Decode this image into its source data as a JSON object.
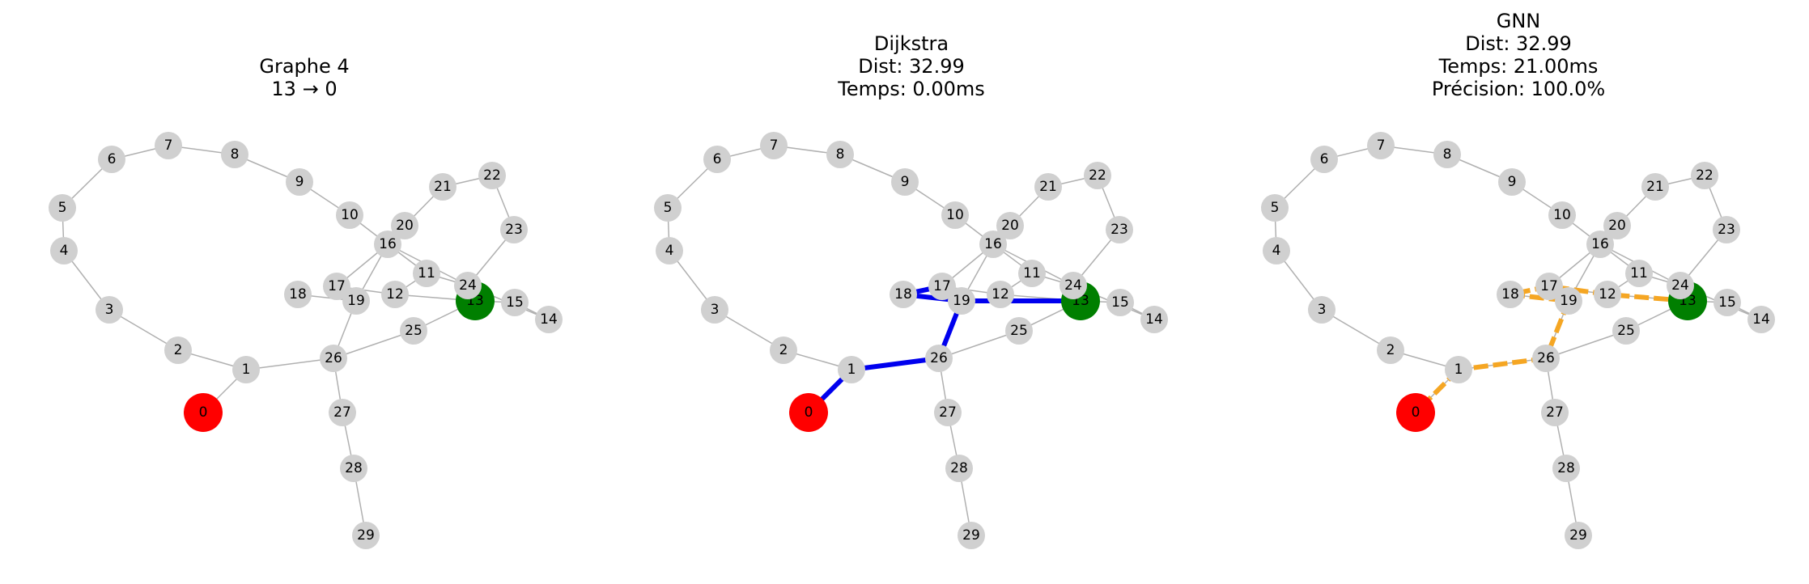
{
  "panels": [
    {
      "id": "graph",
      "title_lines": [
        "Graphe 4",
        "13 → 0"
      ],
      "path": [],
      "path_color": null,
      "path_style": null
    },
    {
      "id": "dijkstra",
      "title_lines": [
        "Dijkstra",
        "Dist: 32.99",
        "Temps: 0.00ms"
      ],
      "path": [
        13,
        19,
        18,
        17,
        19,
        26,
        1,
        0
      ],
      "path_color": "#0000ee",
      "path_style": "solid"
    },
    {
      "id": "gnn",
      "title_lines": [
        "GNN",
        "Dist: 32.99",
        "Temps: 21.00ms",
        "Précision: 100.0%"
      ],
      "path": [
        13,
        12,
        17,
        18,
        19,
        26,
        1,
        0
      ],
      "path_color": "#f5a623",
      "path_style": "dashed"
    }
  ],
  "graph": {
    "nodes": [
      "0",
      "1",
      "2",
      "3",
      "4",
      "5",
      "6",
      "7",
      "8",
      "9",
      "10",
      "11",
      "12",
      "13",
      "14",
      "15",
      "16",
      "17",
      "18",
      "19",
      "20",
      "21",
      "22",
      "23",
      "24",
      "25",
      "26",
      "27",
      "28",
      "29"
    ],
    "edges": [
      [
        0,
        1
      ],
      [
        1,
        2
      ],
      [
        2,
        3
      ],
      [
        3,
        4
      ],
      [
        4,
        5
      ],
      [
        5,
        6
      ],
      [
        6,
        7
      ],
      [
        7,
        8
      ],
      [
        8,
        9
      ],
      [
        9,
        10
      ],
      [
        10,
        16
      ],
      [
        16,
        20
      ],
      [
        20,
        21
      ],
      [
        21,
        22
      ],
      [
        22,
        23
      ],
      [
        23,
        24
      ],
      [
        24,
        13
      ],
      [
        13,
        15
      ],
      [
        15,
        14
      ],
      [
        16,
        11
      ],
      [
        11,
        24
      ],
      [
        16,
        17
      ],
      [
        16,
        19
      ],
      [
        17,
        19
      ],
      [
        17,
        12
      ],
      [
        18,
        19
      ],
      [
        12,
        13
      ],
      [
        13,
        25
      ],
      [
        25,
        26
      ],
      [
        26,
        19
      ],
      [
        26,
        27
      ],
      [
        27,
        28
      ],
      [
        28,
        29
      ],
      [
        1,
        26
      ],
      [
        11,
        12
      ],
      [
        16,
        24
      ],
      [
        24,
        14
      ]
    ],
    "source": 13,
    "target": 0
  },
  "colors": {
    "default_node": "#d0d0d0",
    "source_node": "#007f00",
    "target_node": "#ff0000",
    "edge": "#b0b0b0"
  }
}
